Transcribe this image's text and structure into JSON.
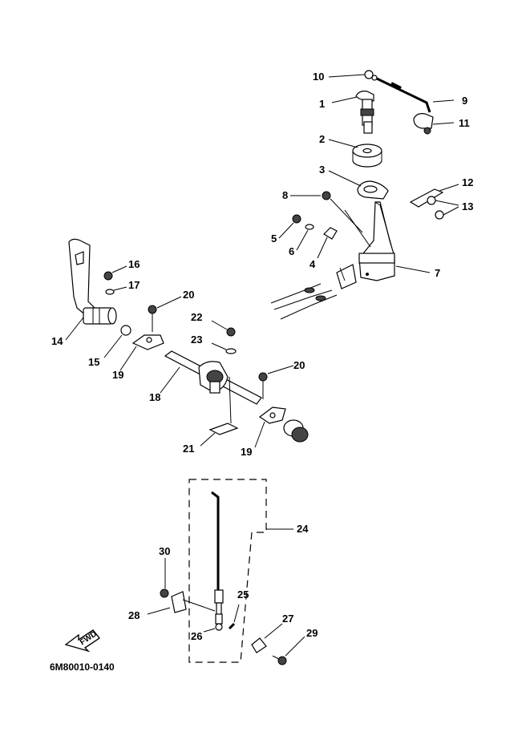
{
  "callouts": [
    {
      "id": "10",
      "text": "10"
    },
    {
      "id": "1",
      "text": "1"
    },
    {
      "id": "9",
      "text": "9"
    },
    {
      "id": "11",
      "text": "11"
    },
    {
      "id": "2",
      "text": "2"
    },
    {
      "id": "3",
      "text": "3"
    },
    {
      "id": "12",
      "text": "12"
    },
    {
      "id": "8",
      "text": "8"
    },
    {
      "id": "13",
      "text": "13"
    },
    {
      "id": "5",
      "text": "5"
    },
    {
      "id": "6",
      "text": "6"
    },
    {
      "id": "4",
      "text": "4"
    },
    {
      "id": "7",
      "text": "7"
    },
    {
      "id": "16",
      "text": "16"
    },
    {
      "id": "17",
      "text": "17"
    },
    {
      "id": "20a",
      "text": "20"
    },
    {
      "id": "14",
      "text": "14"
    },
    {
      "id": "15",
      "text": "15"
    },
    {
      "id": "19a",
      "text": "19"
    },
    {
      "id": "22",
      "text": "22"
    },
    {
      "id": "23",
      "text": "23"
    },
    {
      "id": "20b",
      "text": "20"
    },
    {
      "id": "18",
      "text": "18"
    },
    {
      "id": "21",
      "text": "21"
    },
    {
      "id": "19b",
      "text": "19"
    },
    {
      "id": "24",
      "text": "24"
    },
    {
      "id": "30",
      "text": "30"
    },
    {
      "id": "25",
      "text": "25"
    },
    {
      "id": "27",
      "text": "27"
    },
    {
      "id": "28",
      "text": "28"
    },
    {
      "id": "29",
      "text": "29"
    },
    {
      "id": "26",
      "text": "26"
    }
  ],
  "fwd_marker": "FWD",
  "diagram_code": "6M80010-0140"
}
